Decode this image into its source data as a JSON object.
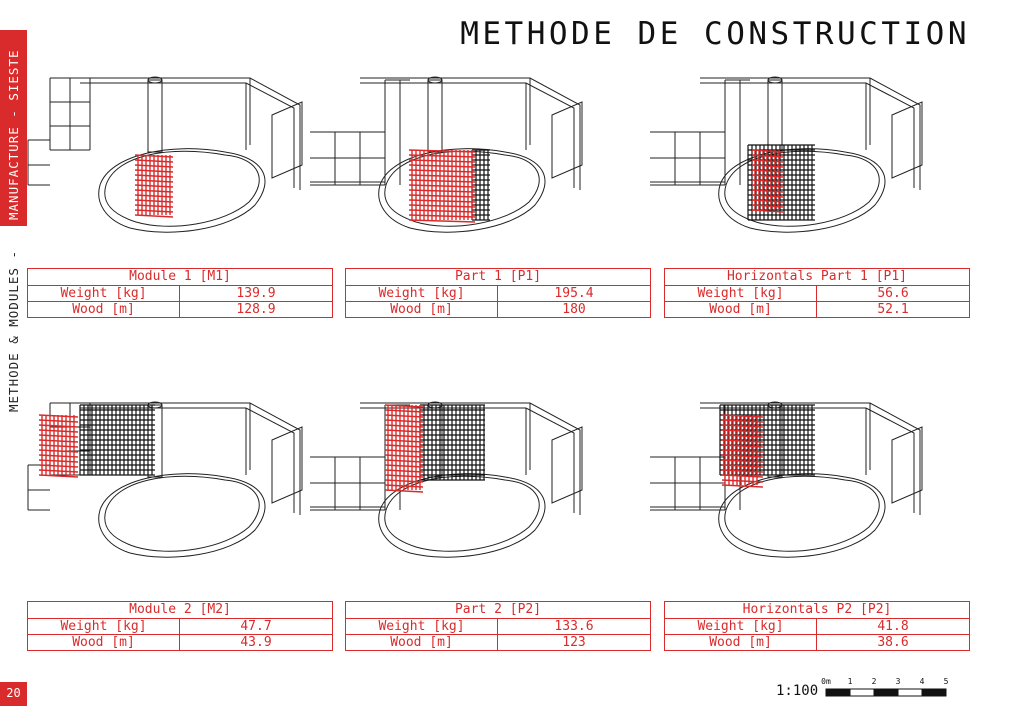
{
  "sidebar": {
    "label_red": "MANUFACTURE - SIESTE",
    "label_black": "METHODE & MODULES -"
  },
  "title": "METHODE DE CONSTRUCTION",
  "tables": [
    {
      "title": "Module 1 [M1]",
      "rows": [
        {
          "label": "Weight [kg]",
          "value": "139.9"
        },
        {
          "label": "Wood [m]",
          "value": "128.9"
        }
      ]
    },
    {
      "title": "Part 1 [P1]",
      "rows": [
        {
          "label": "Weight [kg]",
          "value": "195.4"
        },
        {
          "label": "Wood [m]",
          "value": "180"
        }
      ]
    },
    {
      "title": "Horizontals Part 1 [P1]",
      "rows": [
        {
          "label": "Weight [kg]",
          "value": "56.6"
        },
        {
          "label": "Wood [m]",
          "value": "52.1"
        }
      ]
    },
    {
      "title": "Module 2 [M2]",
      "rows": [
        {
          "label": "Weight [kg]",
          "value": "47.7"
        },
        {
          "label": "Wood [m]",
          "value": "43.9"
        }
      ]
    },
    {
      "title": "Part 2 [P2]",
      "rows": [
        {
          "label": "Weight [kg]",
          "value": "133.6"
        },
        {
          "label": "Wood [m]",
          "value": "123"
        }
      ]
    },
    {
      "title": "Horizontals P2 [P2]",
      "rows": [
        {
          "label": "Weight [kg]",
          "value": "41.8"
        },
        {
          "label": "Wood [m]",
          "value": "38.6"
        }
      ]
    }
  ],
  "footer": {
    "page_number": "20",
    "scale_label": "1:100",
    "scale_ticks": [
      "0m",
      "1",
      "2",
      "3",
      "4",
      "5"
    ]
  },
  "colors": {
    "accent": "#d92b2b",
    "ink": "#111111"
  }
}
